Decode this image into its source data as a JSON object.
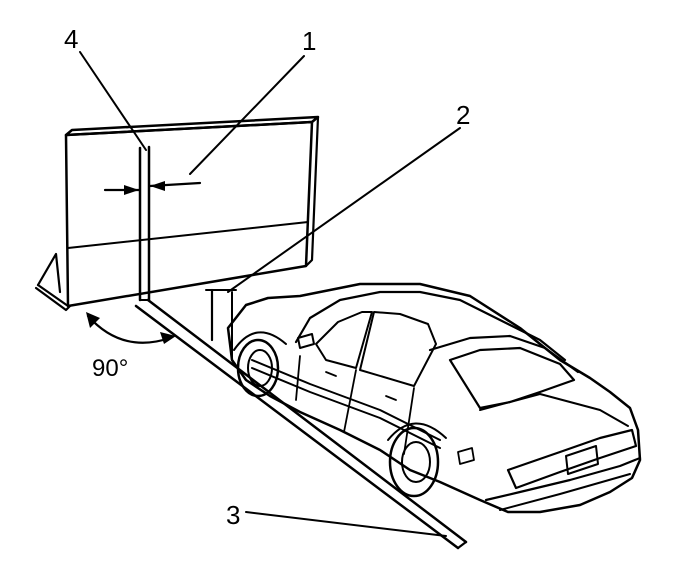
{
  "callouts": {
    "c1": "1",
    "c2": "2",
    "c3": "3",
    "c4": "4"
  },
  "angle_label": "90°"
}
